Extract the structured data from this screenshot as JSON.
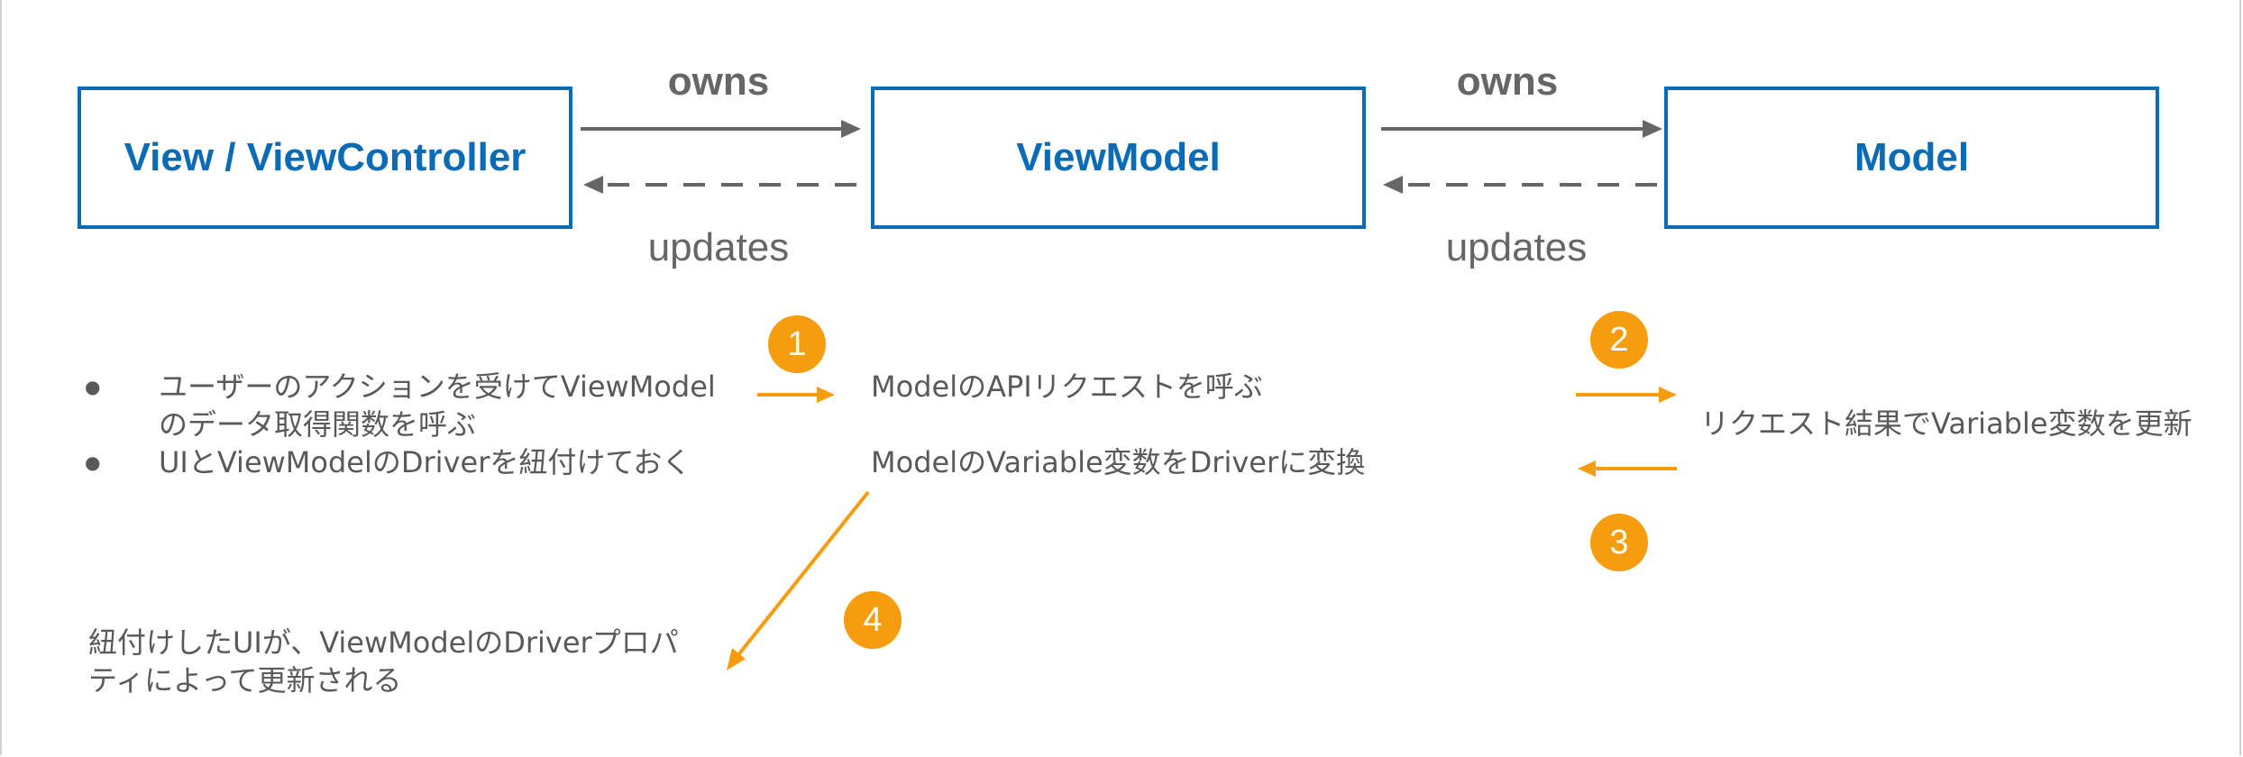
{
  "colors": {
    "box_border": "#0b6cb5",
    "box_text": "#0b6cb5",
    "relation_arrow": "#666666",
    "flow_arrow": "#f59d0e",
    "body_text": "#595959"
  },
  "nodes": {
    "view": "View / ViewController",
    "viewmodel": "ViewModel",
    "model": "Model"
  },
  "relations": {
    "owns_1": "owns",
    "owns_2": "owns",
    "updates_1": "updates",
    "updates_2": "updates"
  },
  "view_notes": [
    "ユーザーのアクションを受けてViewModel",
    "のデータ取得関数を呼ぶ",
    "UIとViewModelのDriverを紐付けておく"
  ],
  "viewmodel_notes": {
    "api_request": "ModelのAPIリクエストを呼ぶ",
    "convert": "ModelのVariable変数をDriverに変換"
  },
  "model_note": "リクエスト結果でVariable変数を更新",
  "result_note": {
    "line1": "紐付けしたUIが、ViewModelのDriverプロパ",
    "line2": "ティによって更新される"
  },
  "steps": [
    "1",
    "2",
    "3",
    "4"
  ]
}
